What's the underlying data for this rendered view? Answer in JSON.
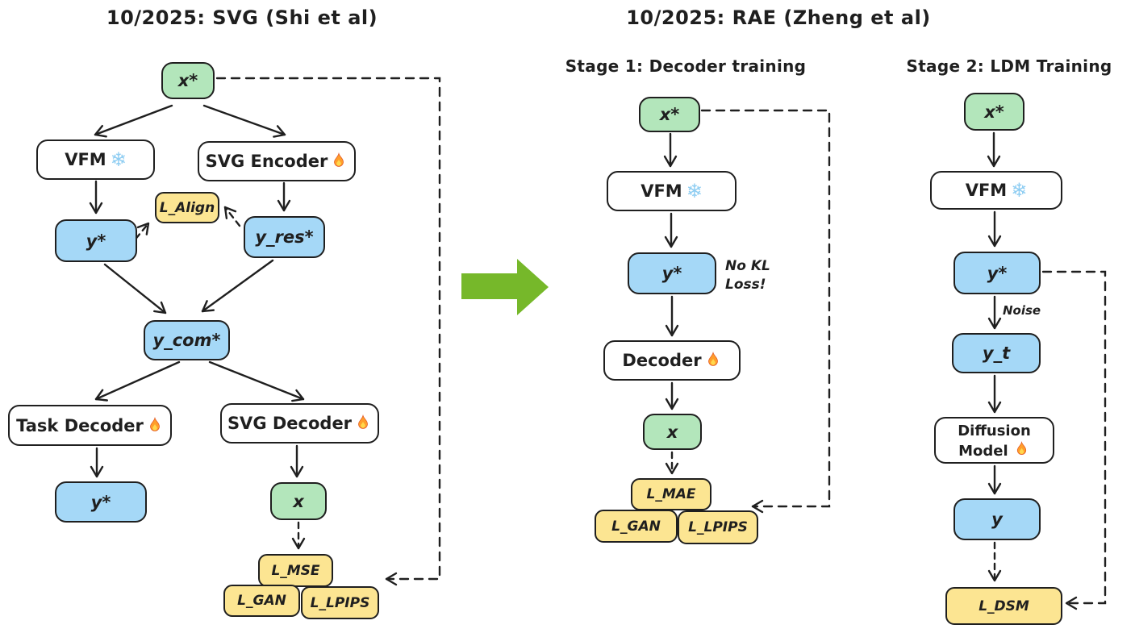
{
  "titles": {
    "left": "10/2025: SVG (Shi et al)",
    "right": "10/2025: RAE (Zheng et al)",
    "stage1": "Stage 1: Decoder training",
    "stage2": "Stage 2: LDM Training"
  },
  "icons": {
    "snowflake": "❄",
    "fire": "🔥"
  },
  "colors": {
    "input_fill": "#b3e6bb",
    "latent_fill": "#a5d8f7",
    "loss_fill": "#fce592",
    "module_fill": "#ffffff",
    "stroke": "#1f1f1f",
    "transition_arrow": "#76b82a"
  },
  "svg_diagram": {
    "nodes": {
      "x_star": "x*",
      "vfm": "VFM",
      "svg_encoder": "SVG Encoder",
      "l_align": "L_Align",
      "y_star": "y*",
      "y_res_star": "y_res*",
      "y_com_star": "y_com*",
      "task_decoder": "Task Decoder",
      "svg_decoder": "SVG Decoder",
      "y_star_out": "y*",
      "x_out": "x",
      "l_mse": "L_MSE",
      "l_gan": "L_GAN",
      "l_lpips": "L_LPIPS"
    }
  },
  "rae_stage1": {
    "nodes": {
      "x_star": "x*",
      "vfm": "VFM",
      "y_star": "y*",
      "decoder": "Decoder",
      "x_out": "x",
      "l_mae": "L_MAE",
      "l_gan": "L_GAN",
      "l_lpips": "L_LPIPS"
    },
    "annotation": "No KL\nLoss!"
  },
  "rae_stage2": {
    "nodes": {
      "x_star": "x*",
      "vfm": "VFM",
      "y_star": "y*",
      "y_t": "y_t",
      "diffusion_model": "Diffusion Model",
      "y": "y",
      "l_dsm": "L_DSM"
    },
    "edge_label": "Noise"
  }
}
